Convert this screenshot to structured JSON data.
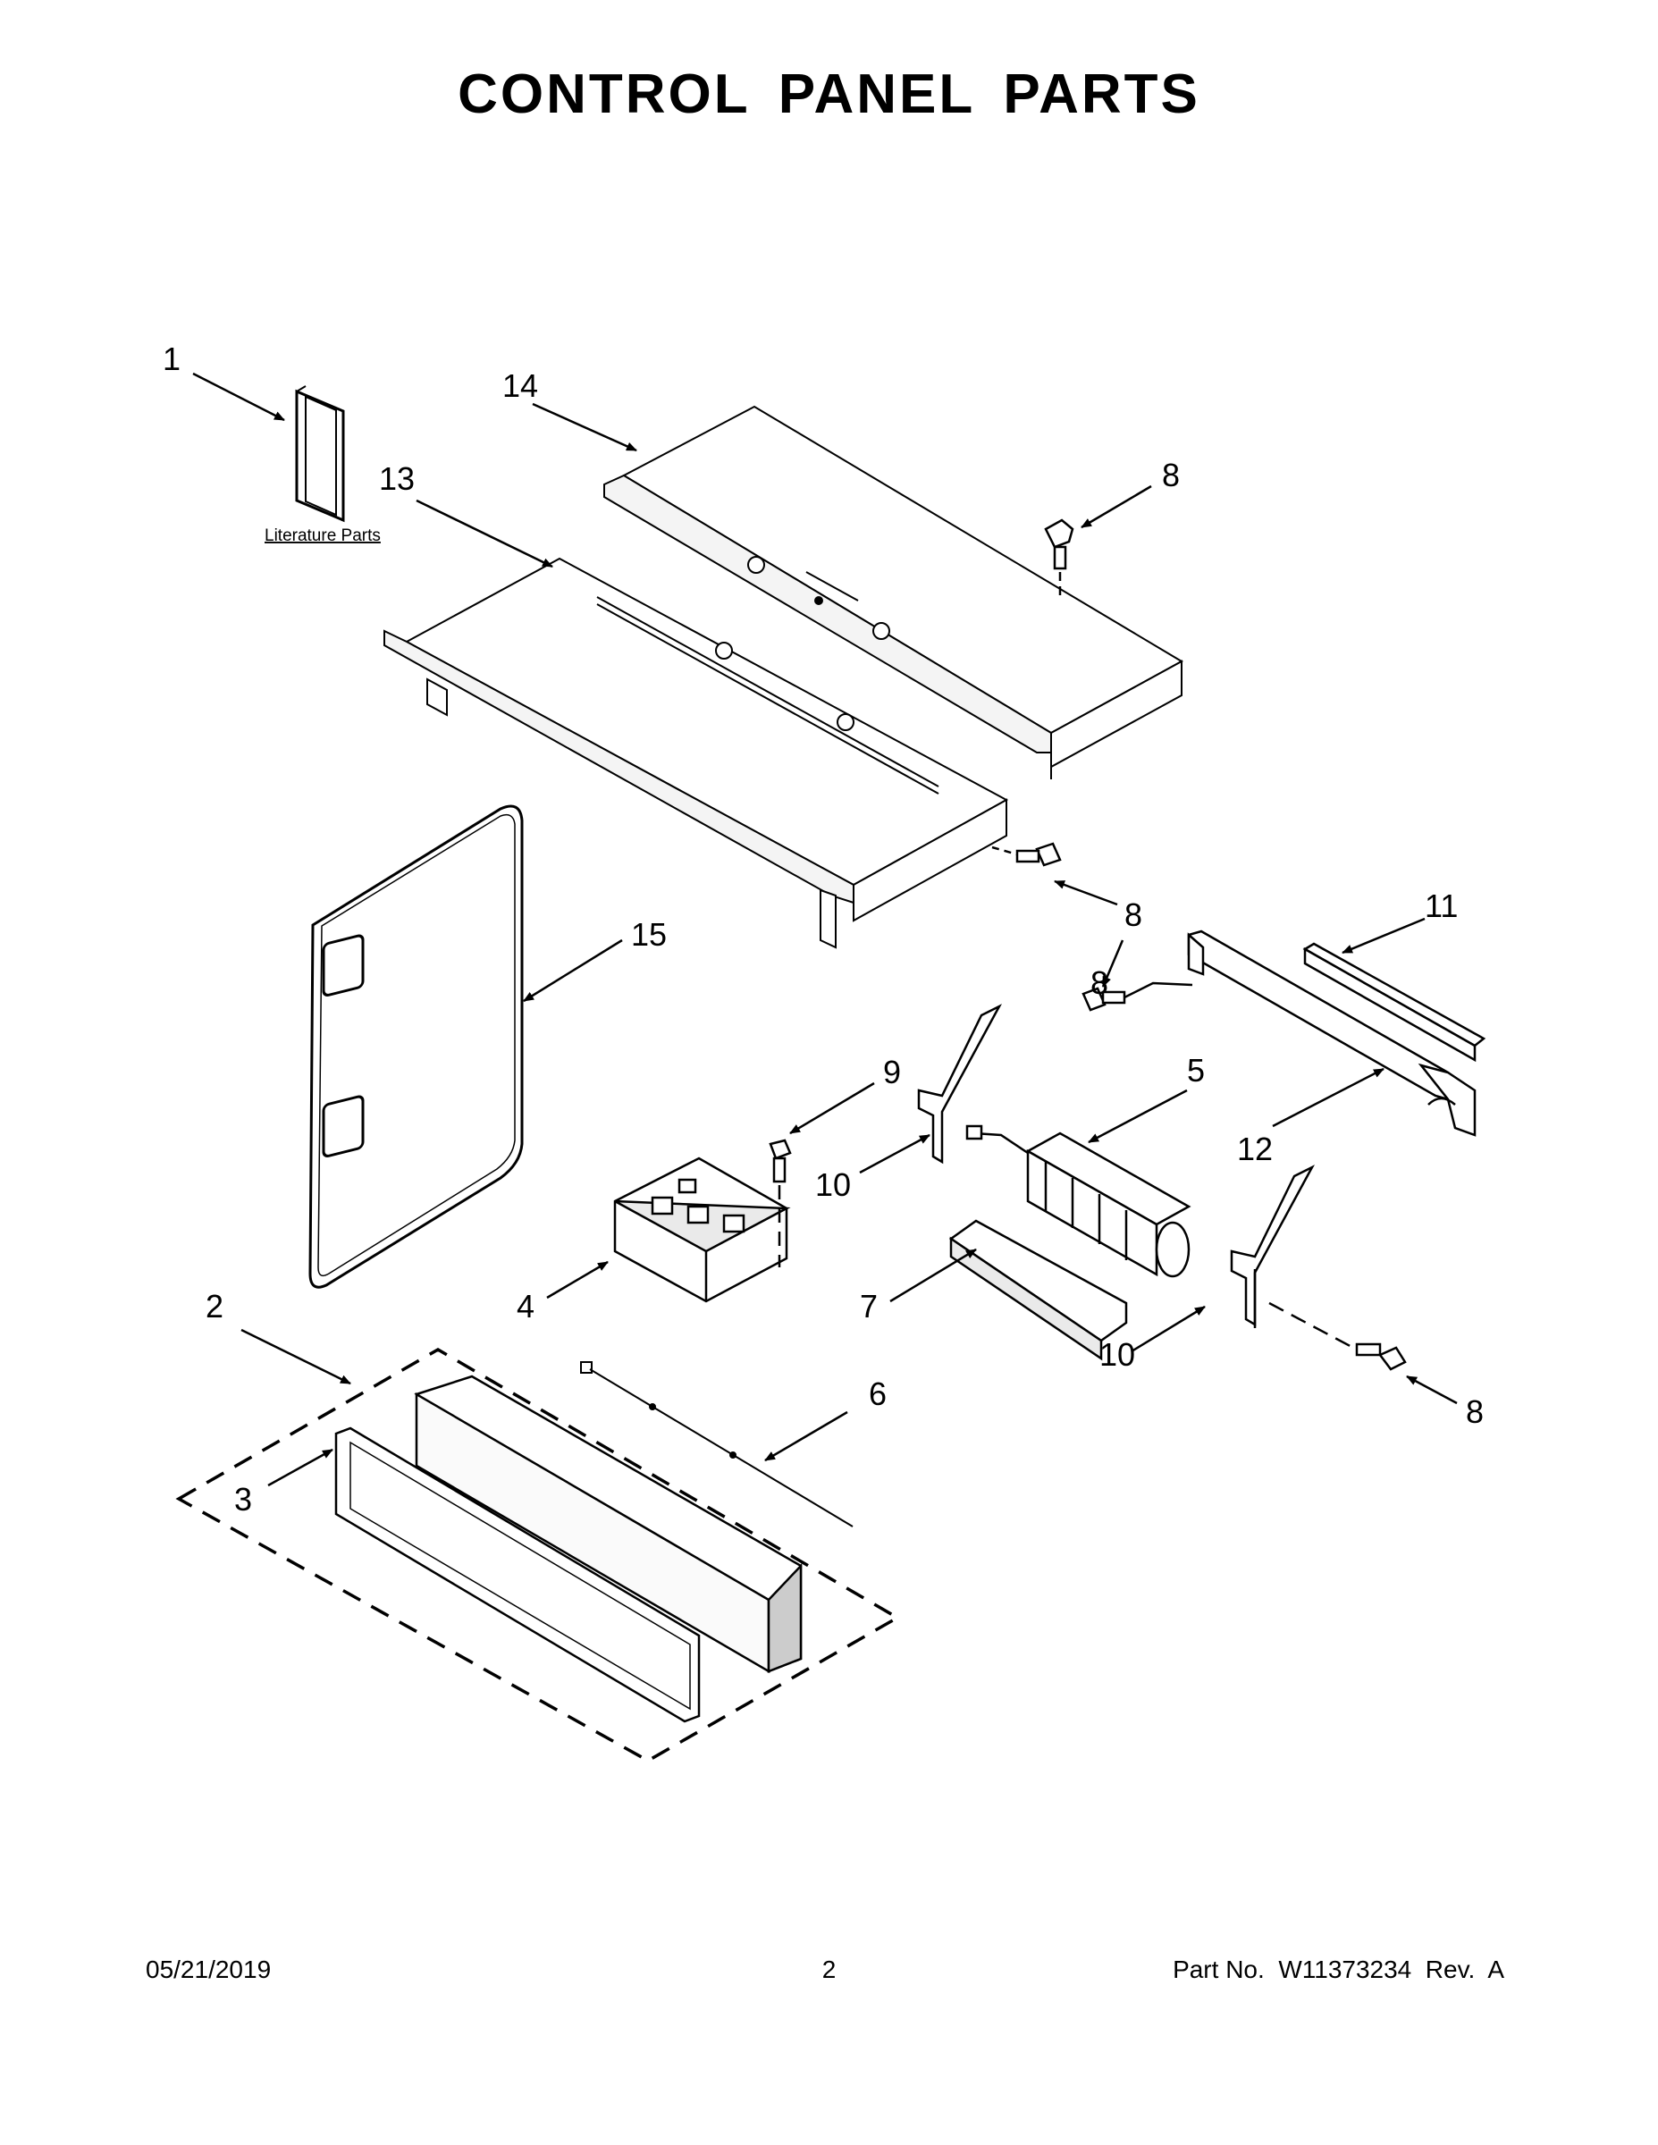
{
  "title": "CONTROL PANEL PARTS",
  "literature_label": "Literature Parts",
  "callouts": {
    "c1": "1",
    "c2": "2",
    "c3": "3",
    "c4": "4",
    "c5": "5",
    "c6": "6",
    "c7": "7",
    "c8a": "8",
    "c8b": "8",
    "c8c": "8",
    "c8d": "8",
    "c9": "9",
    "c10a": "10",
    "c10b": "10",
    "c11": "11",
    "c12": "12",
    "c13": "13",
    "c14": "14",
    "c15": "15"
  },
  "footer": {
    "date": "05/21/2019",
    "page": "2",
    "part_no": "Part No.  W11373234  Rev.  A"
  },
  "colors": {
    "ink": "#000000",
    "paper": "#ffffff",
    "panel_fill": "#f4f4f4"
  }
}
